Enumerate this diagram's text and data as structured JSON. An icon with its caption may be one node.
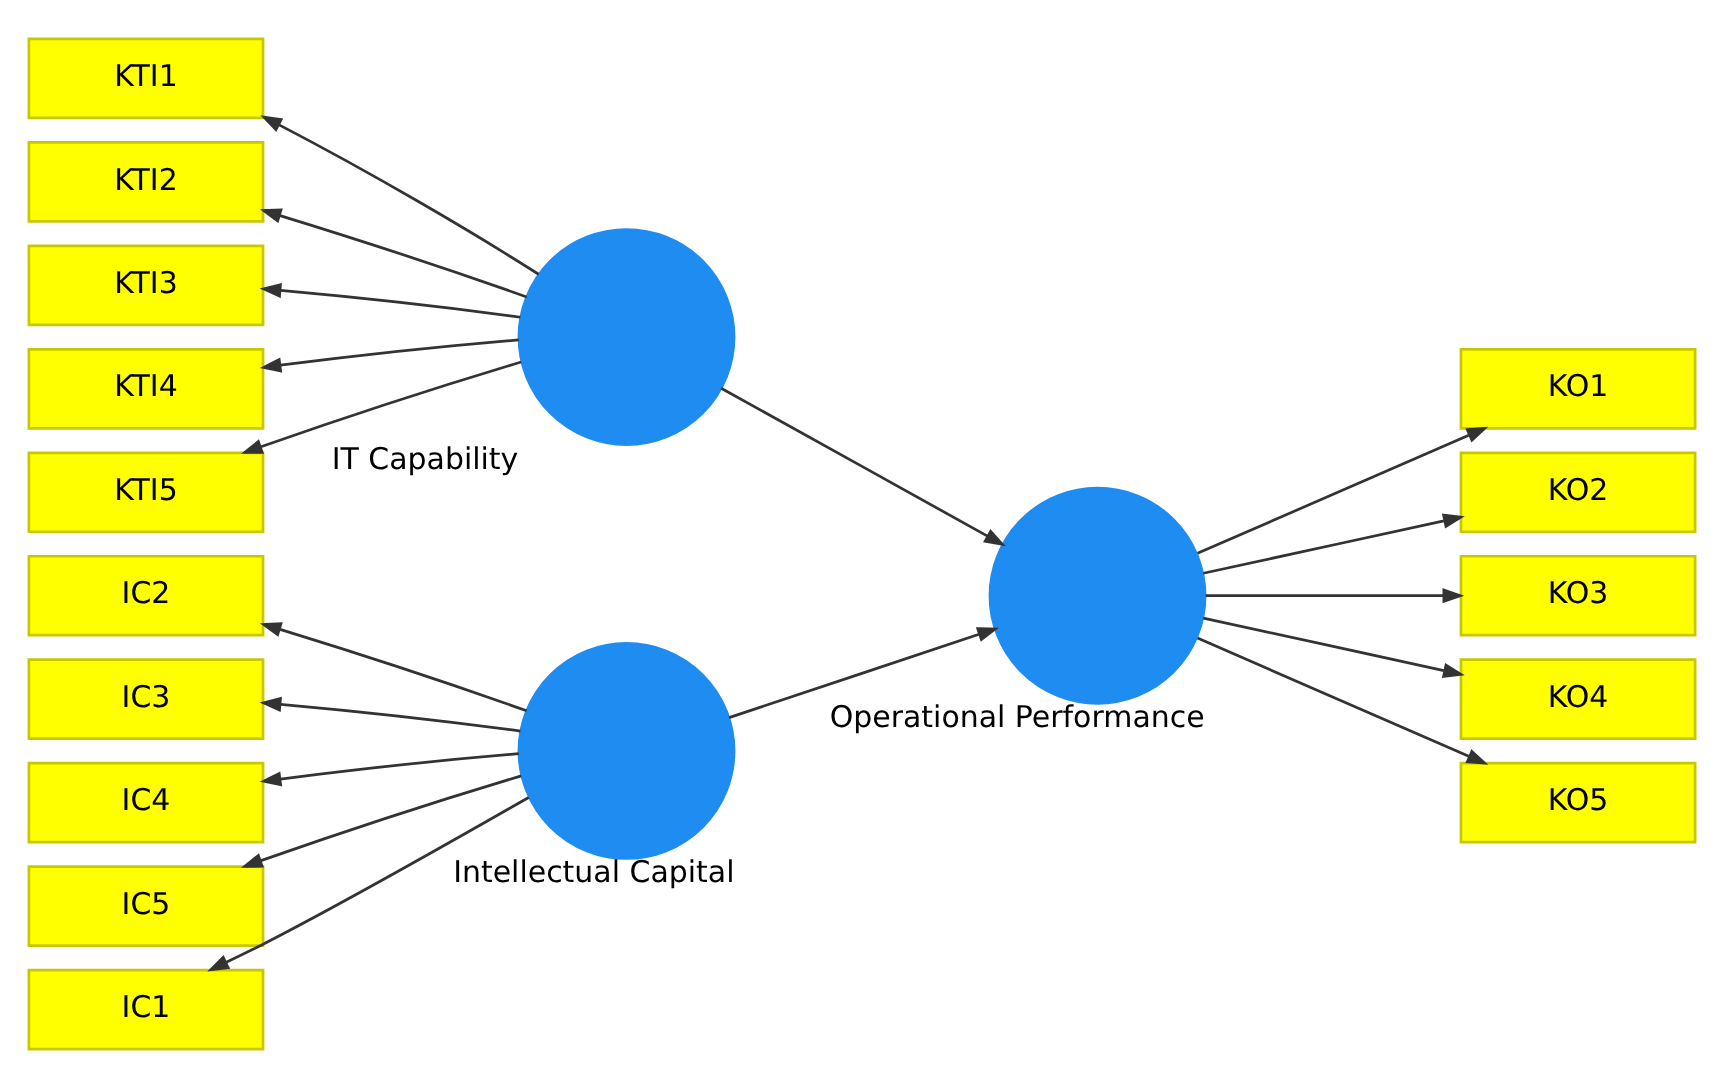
{
  "diagram": {
    "nodes": [
      {
        "text": [
          "IC2"
        ]
      },
      {
        "text": [
          "IC3"
        ]
      },
      {
        "text": [
          "IC4"
        ]
      },
      {
        "text": [
          "IC5"
        ]
      },
      {
        "text": [
          "IC1"
        ]
      },
      {
        "text": [
          "Intellectual Capital"
        ]
      },
      {
        "text": [
          "KTI1"
        ]
      },
      {
        "text": [
          "KTI2"
        ]
      },
      {
        "text": [
          "KTI3"
        ]
      },
      {
        "text": [
          "KTI4"
        ]
      },
      {
        "text": [
          "KTI5"
        ]
      },
      {
        "text": [
          "IT Capability"
        ]
      },
      {
        "text": [
          "Operational Performance"
        ]
      },
      {
        "text": [
          "KO1"
        ]
      },
      {
        "text": [
          "KO2"
        ]
      },
      {
        "text": [
          "KO3"
        ]
      },
      {
        "text": [
          "KO4"
        ]
      },
      {
        "text": [
          "KO5"
        ]
      }
    ],
    "edges": [
      {
        "from": 5,
        "to": 0,
        "arrow": "to"
      },
      {
        "from": 5,
        "to": 1,
        "arrow": "to"
      },
      {
        "from": 5,
        "to": 2,
        "arrow": "to"
      },
      {
        "from": 5,
        "to": 3,
        "arrow": "to"
      },
      {
        "from": 5,
        "to": 4,
        "arrow": "to"
      },
      {
        "from": 11,
        "to": 6,
        "arrow": "to"
      },
      {
        "from": 11,
        "to": 7,
        "arrow": "to"
      },
      {
        "from": 11,
        "to": 8,
        "arrow": "to"
      },
      {
        "from": 11,
        "to": 9,
        "arrow": "to"
      },
      {
        "from": 11,
        "to": 10,
        "arrow": "to"
      },
      {
        "from": 5,
        "to": 12,
        "arrow": "to"
      },
      {
        "from": 11,
        "to": 12,
        "arrow": "to"
      },
      {
        "from": 12,
        "to": 13,
        "arrow": "to"
      },
      {
        "from": 12,
        "to": 14,
        "arrow": "to"
      },
      {
        "from": 12,
        "to": 15,
        "arrow": "to"
      },
      {
        "from": 12,
        "to": 16,
        "arrow": "to"
      },
      {
        "from": 12,
        "to": 17,
        "arrow": "to"
      }
    ]
  }
}
